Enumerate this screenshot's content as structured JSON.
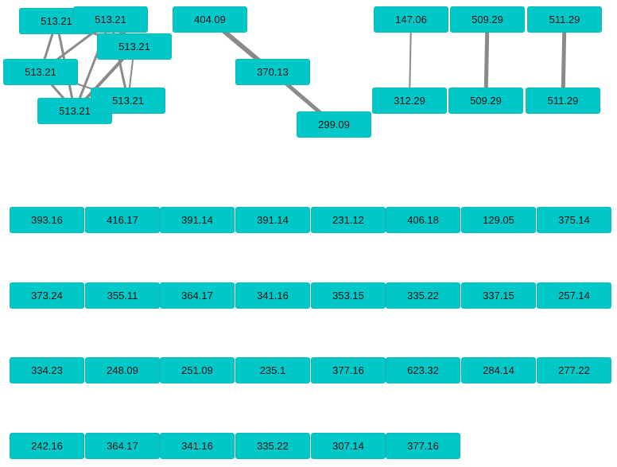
{
  "colors": {
    "node_fill": "#00c8c8",
    "edge": "#8a8a8a",
    "background": "#ffffff",
    "text": "#111111"
  },
  "graph": {
    "nodes": [
      {
        "id": "a1",
        "label": "513.21"
      },
      {
        "id": "a2",
        "label": "513.21"
      },
      {
        "id": "a3",
        "label": "513.21"
      },
      {
        "id": "a4",
        "label": "513.21"
      },
      {
        "id": "a5",
        "label": "513.21"
      },
      {
        "id": "a6",
        "label": "513.21"
      },
      {
        "id": "b1",
        "label": "404.09"
      },
      {
        "id": "b2",
        "label": "370.13"
      },
      {
        "id": "b3",
        "label": "299.09"
      },
      {
        "id": "c1",
        "label": "147.06"
      },
      {
        "id": "c2",
        "label": "312.29"
      },
      {
        "id": "d1",
        "label": "509.29"
      },
      {
        "id": "d2",
        "label": "509.29"
      },
      {
        "id": "e1",
        "label": "511.29"
      },
      {
        "id": "e2",
        "label": "511.29"
      }
    ],
    "edges": [
      {
        "from": "a1",
        "to": "a3",
        "weight": 3
      },
      {
        "from": "a1",
        "to": "a5",
        "weight": 3
      },
      {
        "from": "a1",
        "to": "a4",
        "weight": 3
      },
      {
        "from": "a2",
        "to": "a3",
        "weight": 6
      },
      {
        "from": "a2",
        "to": "a5",
        "weight": 3
      },
      {
        "from": "a2",
        "to": "a6",
        "weight": 3
      },
      {
        "from": "a2",
        "to": "a4",
        "weight": 3
      },
      {
        "from": "a3",
        "to": "a5",
        "weight": 4
      },
      {
        "from": "a3",
        "to": "a6",
        "weight": 2
      },
      {
        "from": "a4",
        "to": "a5",
        "weight": 3
      },
      {
        "from": "a4",
        "to": "a6",
        "weight": 2
      },
      {
        "from": "a5",
        "to": "a6",
        "weight": 3
      },
      {
        "from": "b1",
        "to": "b2",
        "weight": 6
      },
      {
        "from": "b2",
        "to": "b3",
        "weight": 5
      },
      {
        "from": "c1",
        "to": "c2",
        "weight": 2
      },
      {
        "from": "d1",
        "to": "d2",
        "weight": 5
      },
      {
        "from": "e1",
        "to": "e2",
        "weight": 5
      }
    ],
    "isolated_rows": [
      [
        "393.16",
        "416.17",
        "391.14",
        "391.14",
        "231.12",
        "406.18",
        "129.05",
        "375.14"
      ],
      [
        "373.24",
        "355.11",
        "364.17",
        "341.16",
        "353.15",
        "335.22",
        "337.15",
        "257.14"
      ],
      [
        "334.23",
        "248.09",
        "251.09",
        "235.1",
        "377.16",
        "623.32",
        "284.14",
        "277.22"
      ],
      [
        "242.16",
        "364.17",
        "341.16",
        "335.22",
        "307.14",
        "377.16"
      ]
    ]
  }
}
